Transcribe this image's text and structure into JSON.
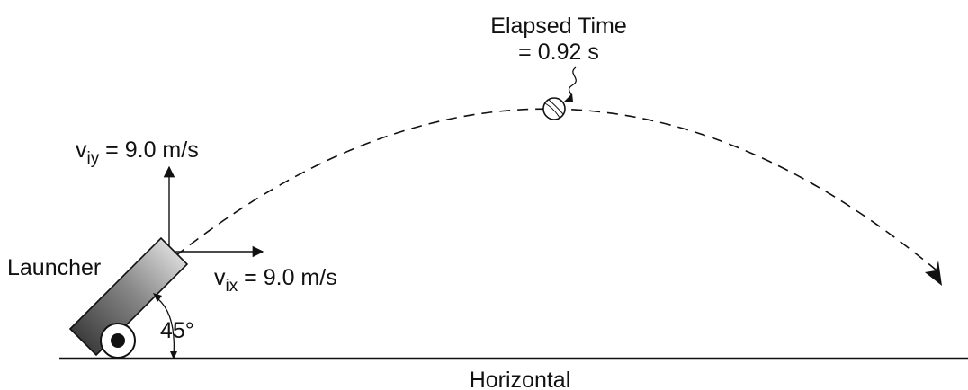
{
  "elapsed": {
    "title": "Elapsed Time",
    "value": "= 0.92 s"
  },
  "viy": {
    "symbol": "v",
    "subscript": "iy",
    "value": " = 9.0 m/s"
  },
  "vix": {
    "symbol": "v",
    "subscript": "ix",
    "value": " = 9.0 m/s"
  },
  "launcher_label": "Launcher",
  "angle_label": "45°",
  "ground_label": "Horizontal",
  "colors": {
    "ink": "#111111",
    "barrel_dark": "#2a2a2a",
    "barrel_light": "#eeeeee"
  },
  "icons": {
    "ball": "baseball-icon",
    "wheel": "launcher-wheel-icon"
  }
}
